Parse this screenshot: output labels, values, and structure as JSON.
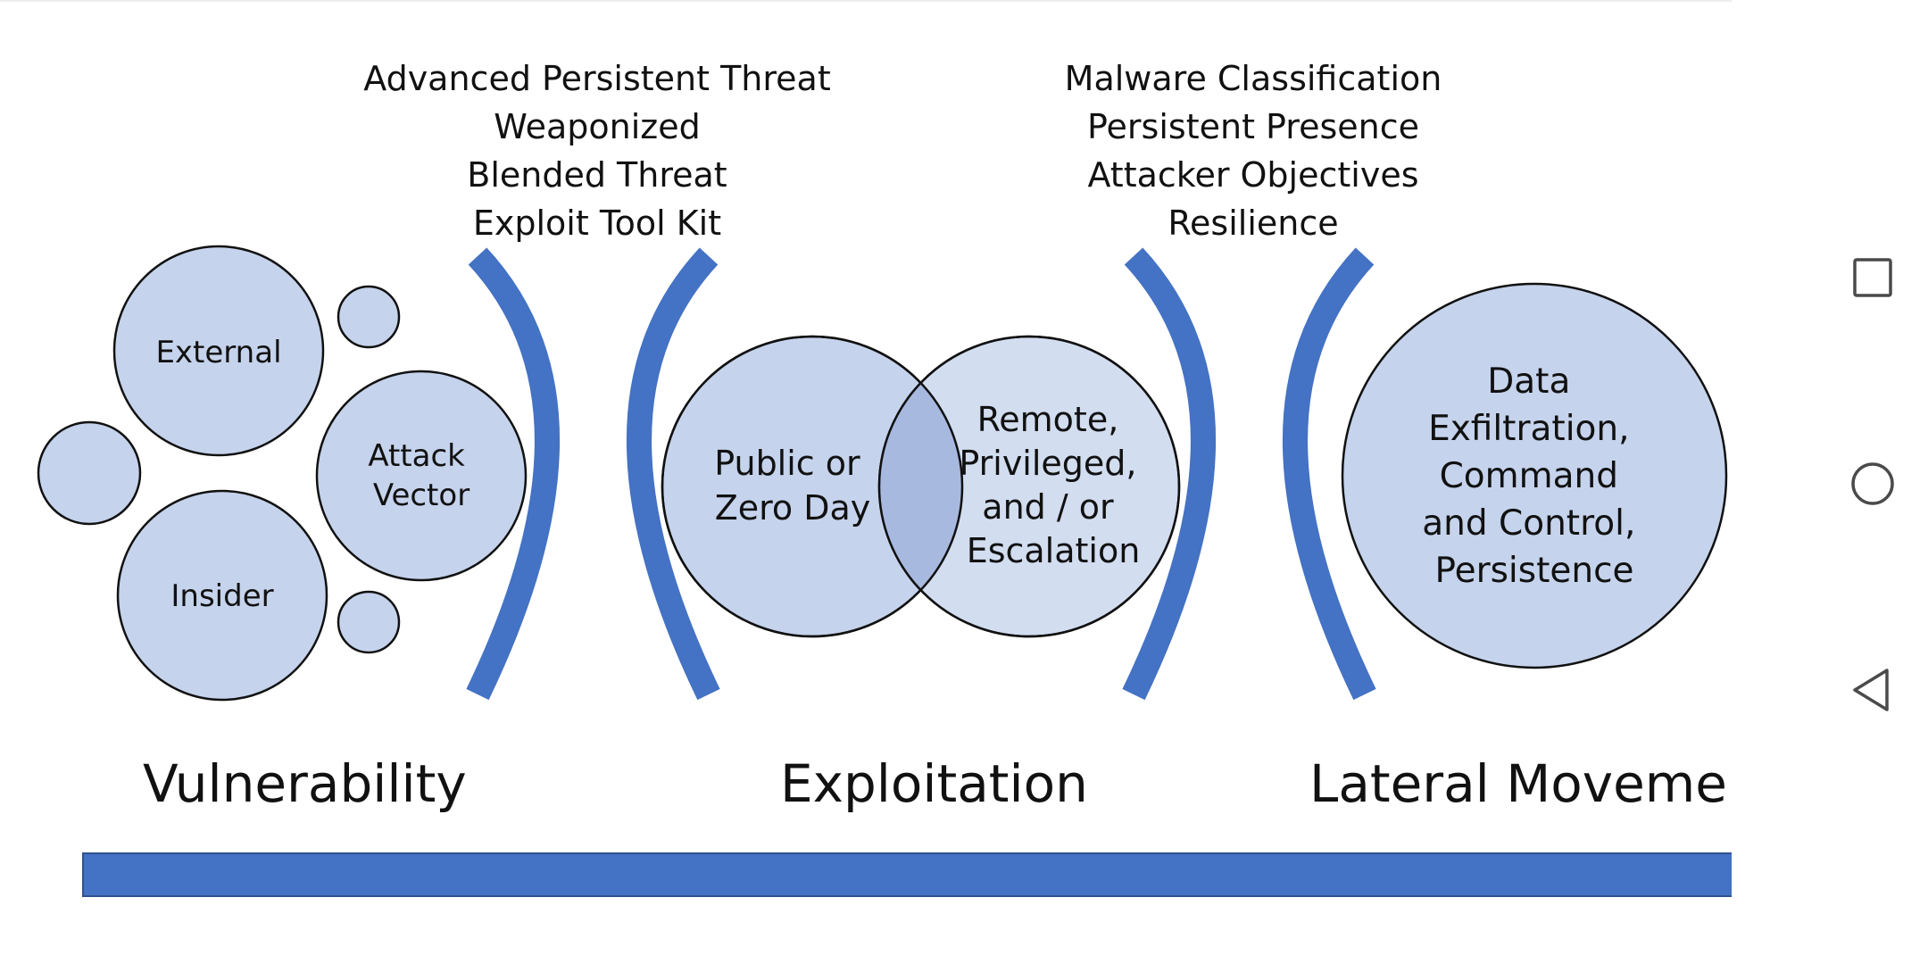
{
  "diagram": {
    "vulnerability": {
      "stage_label": "Vulnerability",
      "circles": {
        "external": "External",
        "attack_vector": [
          "Attack",
          "Vector"
        ],
        "insider": "Insider"
      }
    },
    "threat_terms": [
      "Advanced Persistent Threat",
      "Weaponized",
      "Blended Threat",
      "Exploit Tool Kit"
    ],
    "exploitation": {
      "stage_label": "Exploitation",
      "circles": {
        "public_zero_day": [
          "Public or",
          "Zero Day"
        ],
        "remote_privileged": [
          "Remote,",
          "Privileged,",
          "and / or",
          "Escalation"
        ]
      }
    },
    "malware_terms": [
      "Malware Classification",
      "Persistent Presence",
      "Attacker Objectives",
      "Resilience"
    ],
    "lateral_movement": {
      "stage_label": "Lateral Movement",
      "circle": [
        "Data",
        "Exfiltration,",
        "Command",
        "and Control,",
        "Persistence"
      ]
    }
  },
  "colors": {
    "accent_blue": "#4472c4",
    "circle_fill": "#c5d3ec",
    "overlap_fill": "#a8b9e0",
    "outline": "#111111"
  },
  "nav_bar": {
    "icons": [
      "recent-apps-square-icon",
      "home-circle-icon",
      "back-triangle-icon"
    ]
  }
}
